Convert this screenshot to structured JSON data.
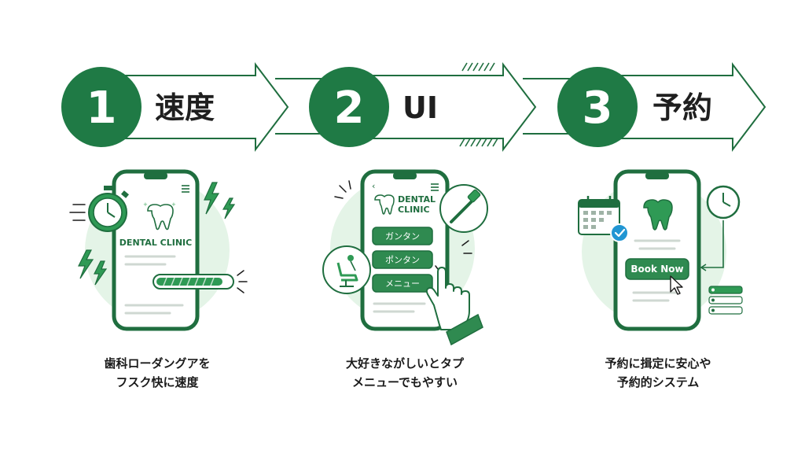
{
  "steps": [
    {
      "number": "1",
      "heading": "速度",
      "screen_title": "DENTAL CLINIC",
      "caption_line1": "歯科ローダングアを",
      "caption_line2": "フスク快に速度"
    },
    {
      "number": "2",
      "heading": "UI",
      "screen_title_line1": "DENTAL",
      "screen_title_line2": "CLINIC",
      "menu_buttons": [
        "ガンタン",
        "ポンタン",
        "メニュー"
      ],
      "caption_line1": "大好きながしいとタプ",
      "caption_line2": "メニューでもやすい"
    },
    {
      "number": "3",
      "heading": "予約",
      "button_label": "Book Now",
      "caption_line1": "予約に揖定に安心や",
      "caption_line2": "予約的システム"
    }
  ],
  "colors": {
    "accent": "#1f7a45",
    "accent_light": "#e4f4e7",
    "accent_mid": "#4caf6a",
    "outline": "#1f6e3f"
  },
  "icons": [
    "stopwatch-icon",
    "lightning-icon",
    "tooth-icon",
    "toothbrush-icon",
    "dental-chair-icon",
    "hand-pointer-icon",
    "calendar-icon",
    "check-icon",
    "clock-icon",
    "cursor-icon",
    "menu-icon",
    "back-icon"
  ]
}
